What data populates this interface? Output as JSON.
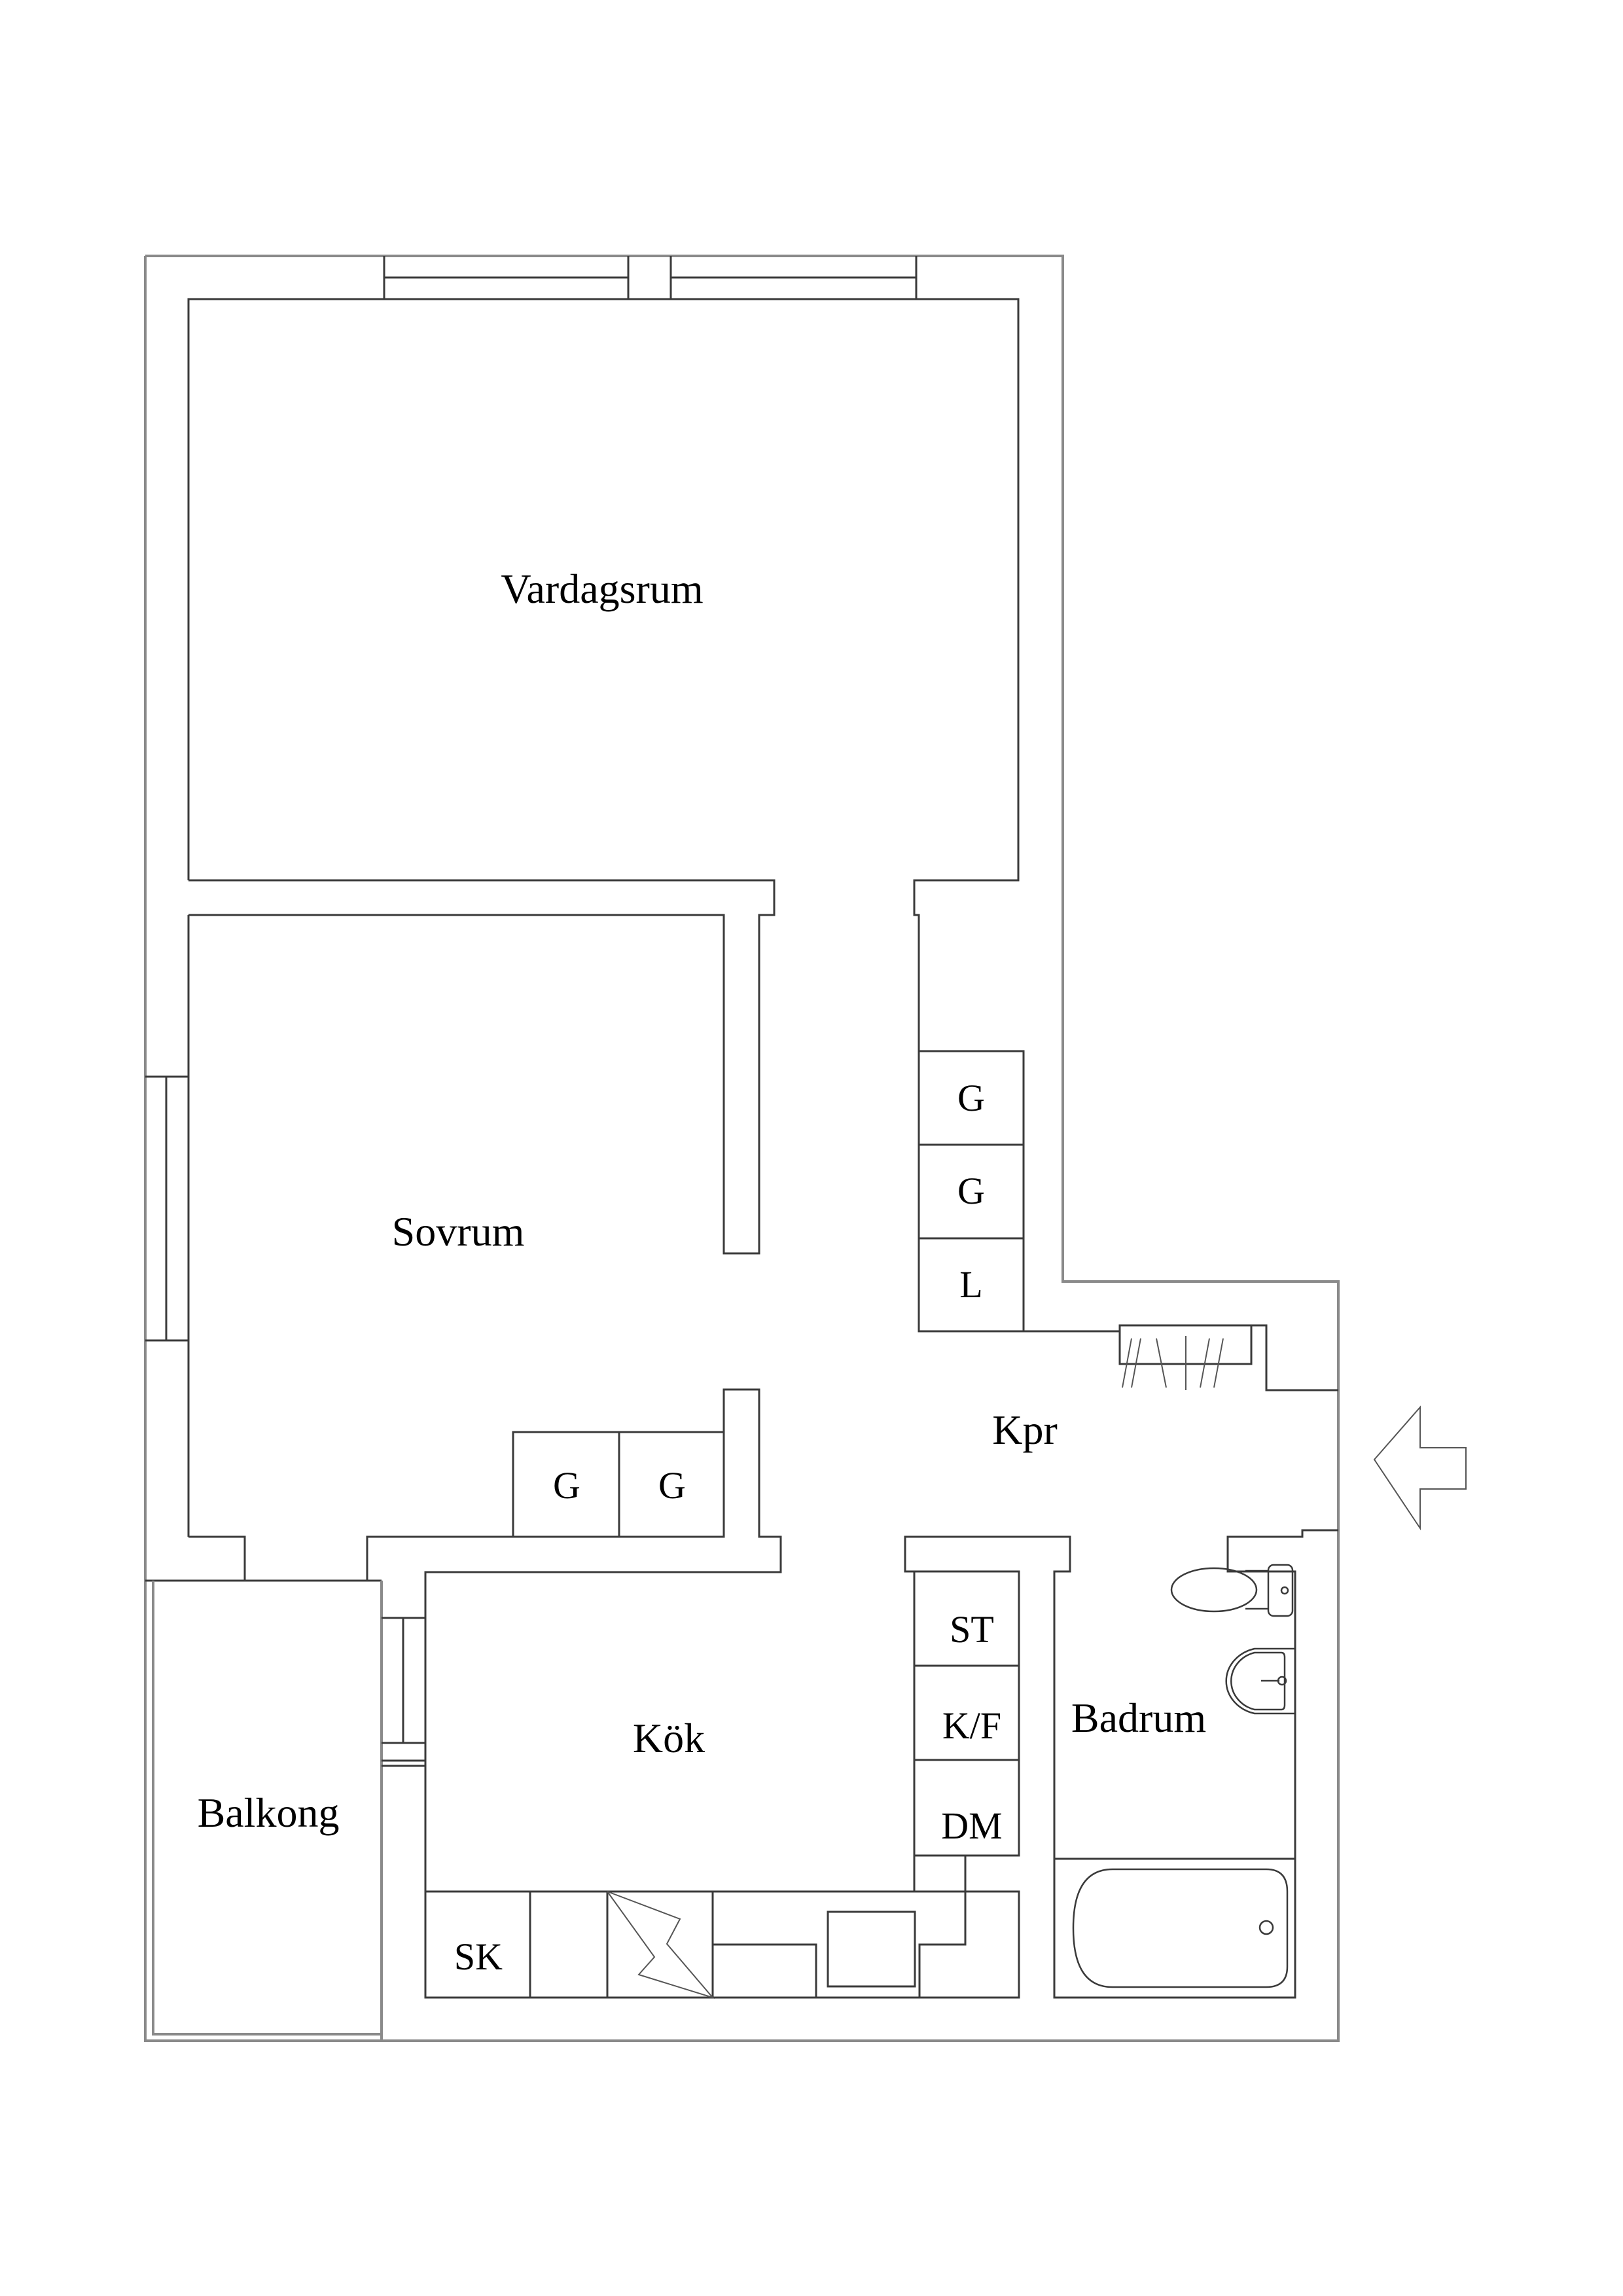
{
  "plan": {
    "rooms": {
      "vardagsrum": "Vardagsrum",
      "sovrum": "Sovrum",
      "kpr": "Kpr",
      "kok": "Kök",
      "badrum": "Badrum",
      "balkong": "Balkong"
    },
    "cabinets": {
      "hall_wardrobe_1": "G",
      "hall_wardrobe_2": "G",
      "hall_linen": "L",
      "bedroom_wardrobe_1": "G",
      "bedroom_wardrobe_2": "G",
      "kitchen_st": "ST",
      "kitchen_kf": "K/F",
      "kitchen_dm": "DM",
      "kitchen_sk": "SK"
    },
    "entrance_arrow": "arrow-left-icon",
    "colors": {
      "wall_line": "#3a3a3a",
      "outer_wall_line": "#8a8a8a",
      "background": "#ffffff",
      "text": "#000000"
    }
  }
}
